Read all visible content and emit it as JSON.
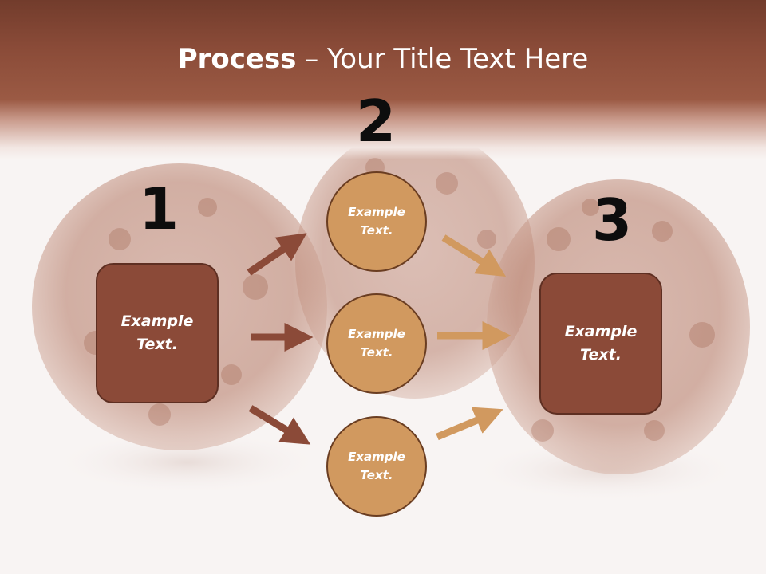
{
  "title": {
    "bold": "Process",
    "rest": " – Your Title Text Here"
  },
  "steps": [
    {
      "number": "1",
      "text": "Example Text."
    },
    {
      "number": "2",
      "items": [
        "Example Text.",
        "Example Text.",
        "Example Text."
      ]
    },
    {
      "number": "3",
      "text": "Example Text."
    }
  ],
  "colors": {
    "header": "#8a4b38",
    "box_fill": "#8b4a38",
    "circle_fill": "#d1995f",
    "arrow_dark": "#8b4a38",
    "arrow_light": "#d1995f"
  }
}
